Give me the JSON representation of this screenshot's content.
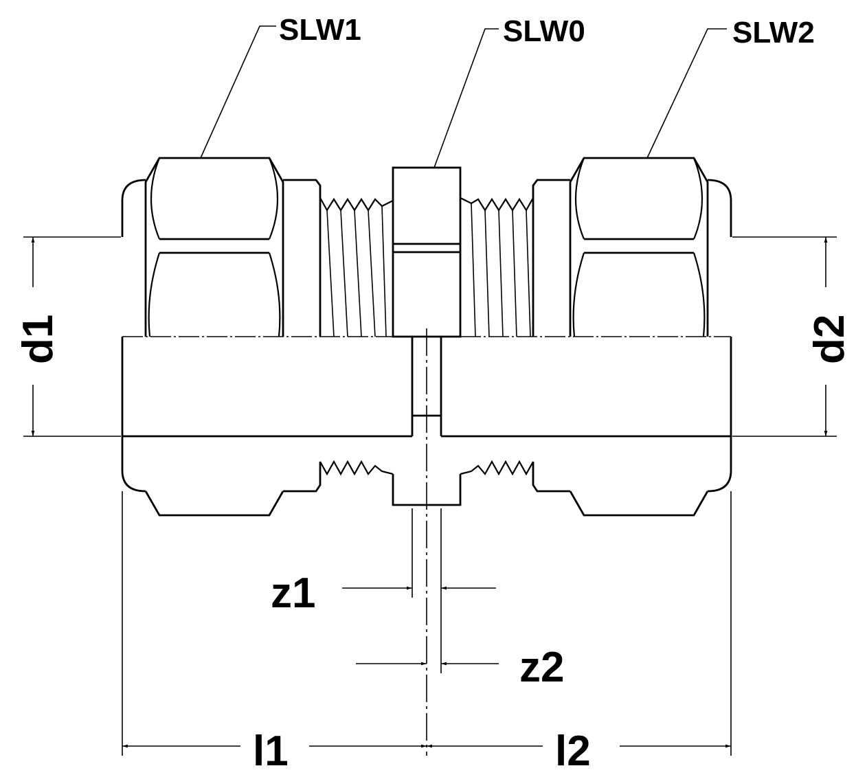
{
  "labels": {
    "slw1": "SLW1",
    "slw0": "SLW0",
    "slw2": "SLW2",
    "d1": "d1",
    "d2": "d2",
    "z1": "z1",
    "z2": "z2",
    "l1": "l1",
    "l2": "l2"
  },
  "colors": {
    "line": "#000000",
    "background": "#ffffff"
  }
}
